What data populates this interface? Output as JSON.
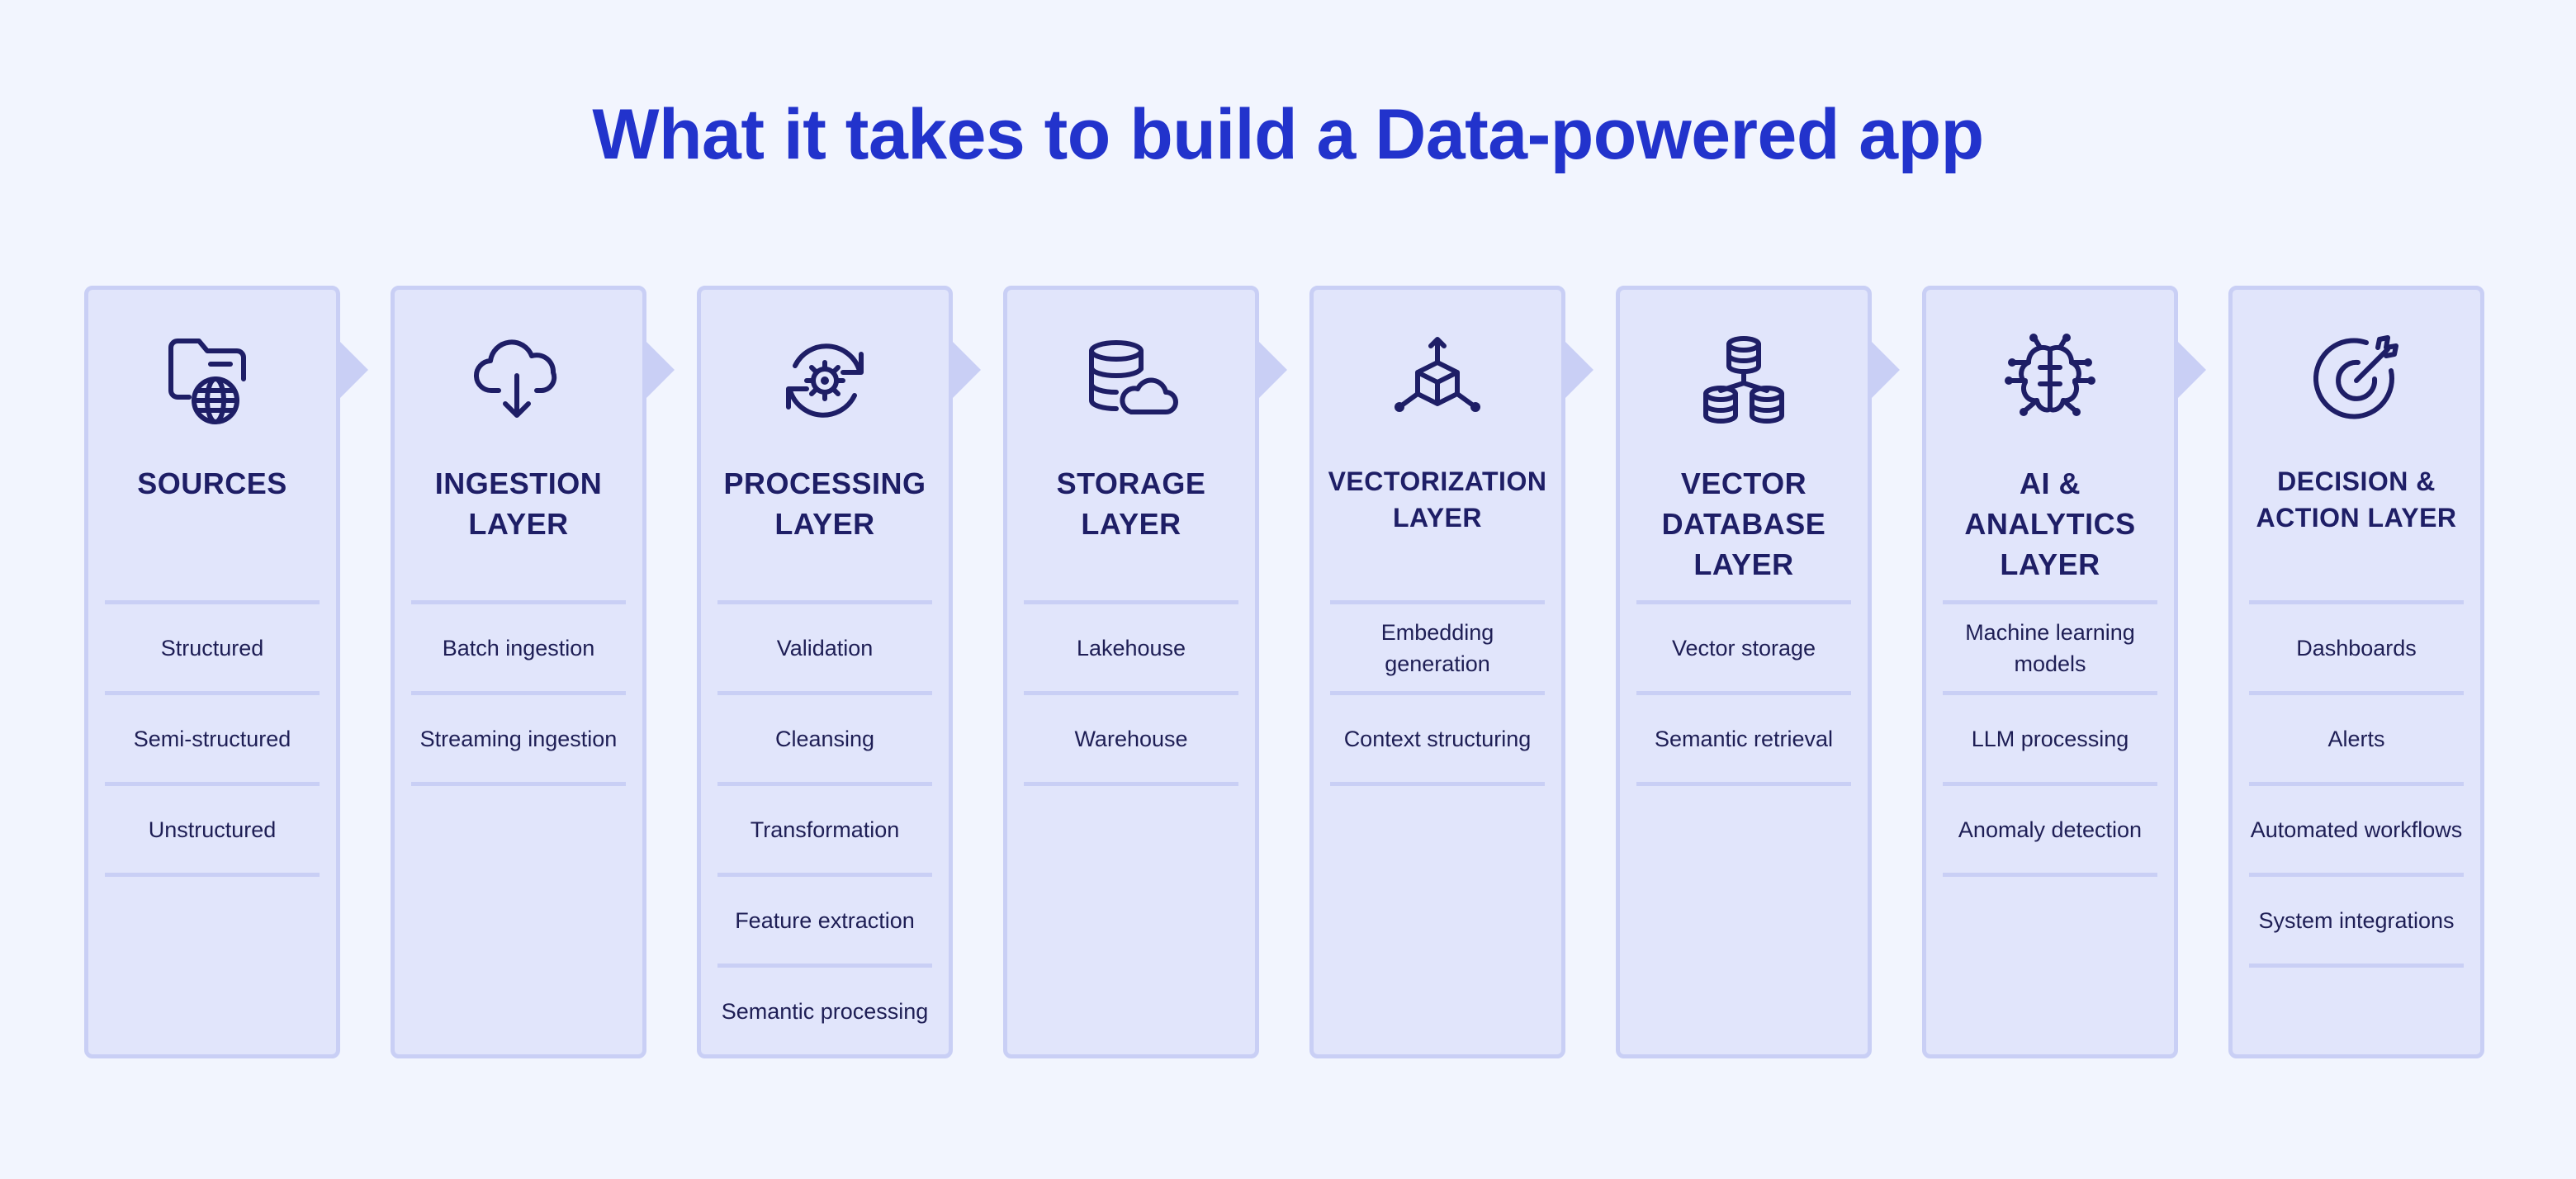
{
  "title": "What it takes to build a Data-powered app",
  "colors": {
    "title": "#2233cc",
    "icon": "#1e1e66",
    "card": "#e1e5fb",
    "border": "#c9cff5"
  },
  "layers": [
    {
      "icon": "folder-globe-icon",
      "heading": [
        "SOURCES"
      ],
      "items": [
        "Structured",
        "Semi-structured",
        "Unstructured"
      ]
    },
    {
      "icon": "cloud-download-icon",
      "heading": [
        "INGESTION",
        "LAYER"
      ],
      "items": [
        "Batch ingestion",
        "Streaming ingestion"
      ]
    },
    {
      "icon": "refresh-gear-icon",
      "heading": [
        "PROCESSING",
        "LAYER"
      ],
      "items": [
        "Validation",
        "Cleansing",
        "Transformation",
        "Feature extraction",
        "Semantic processing"
      ]
    },
    {
      "icon": "database-cloud-icon",
      "heading": [
        "STORAGE",
        "LAYER"
      ],
      "items": [
        "Lakehouse",
        "Warehouse"
      ]
    },
    {
      "icon": "vector-cube-icon",
      "heading": [
        "VECTORIZATION",
        "LAYER"
      ],
      "items": [
        "Embedding generation",
        "Context structuring"
      ]
    },
    {
      "icon": "database-network-icon",
      "heading": [
        "VECTOR",
        "DATABASE",
        "LAYER"
      ],
      "items": [
        "Vector storage",
        "Semantic retrieval"
      ]
    },
    {
      "icon": "ai-chip-icon",
      "heading": [
        "AI &",
        "ANALYTICS",
        "LAYER"
      ],
      "items": [
        "Machine learning models",
        "LLM processing",
        "Anomaly detection"
      ]
    },
    {
      "icon": "target-icon",
      "heading": [
        "DECISION &",
        "ACTION LAYER"
      ],
      "items": [
        "Dashboards",
        "Alerts",
        "Automated workflows",
        "System integrations"
      ]
    }
  ]
}
